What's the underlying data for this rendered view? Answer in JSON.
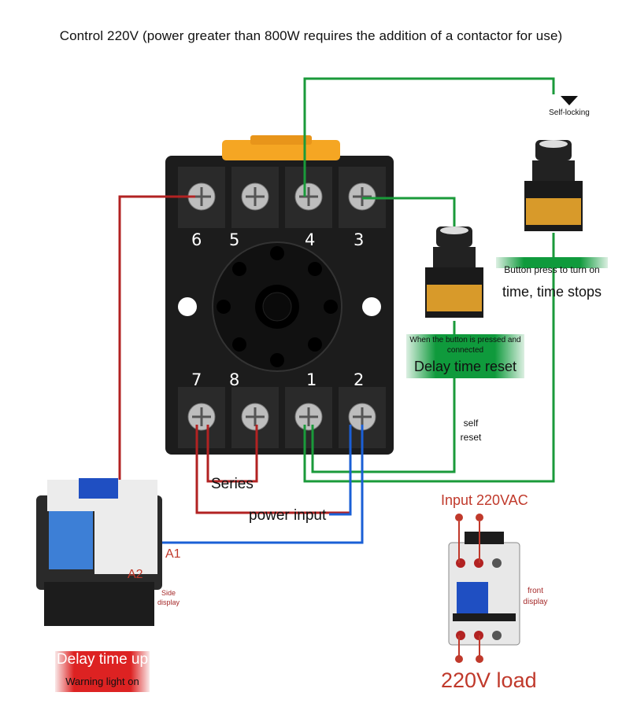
{
  "title": "Control 220V (power greater than 800W requires the addition of a contactor for use)",
  "terminals": {
    "top": [
      "6",
      "5",
      "4",
      "3"
    ],
    "bottom": [
      "7",
      "8",
      "1",
      "2"
    ]
  },
  "labels": {
    "self_locking": "Self-locking",
    "button_press_line1": "Button press to turn on",
    "button_press_line2": "time, time stops",
    "reset_line1": "When the button is pressed and",
    "reset_line2": "connected",
    "reset_line3": "Delay time reset",
    "self_reset_line1": "self",
    "self_reset_line2": "reset",
    "series": "Series",
    "power_input": "power input",
    "a1": "A1",
    "a2": "A2",
    "side_display_line1": "Side",
    "side_display_line2": "display",
    "front_display_line1": "front",
    "front_display_line2": "display",
    "input_220vac": "Input 220VAC",
    "load_220v": "220V load",
    "delay_time_up": "Delay time up",
    "warning_light": "Warning light on"
  },
  "colors": {
    "red_wire": "#b22222",
    "green_wire": "#1a9a3a",
    "blue_wire": "#1a5fd6",
    "socket_body": "#1c1c1c",
    "top_tab": "#f5a623"
  }
}
